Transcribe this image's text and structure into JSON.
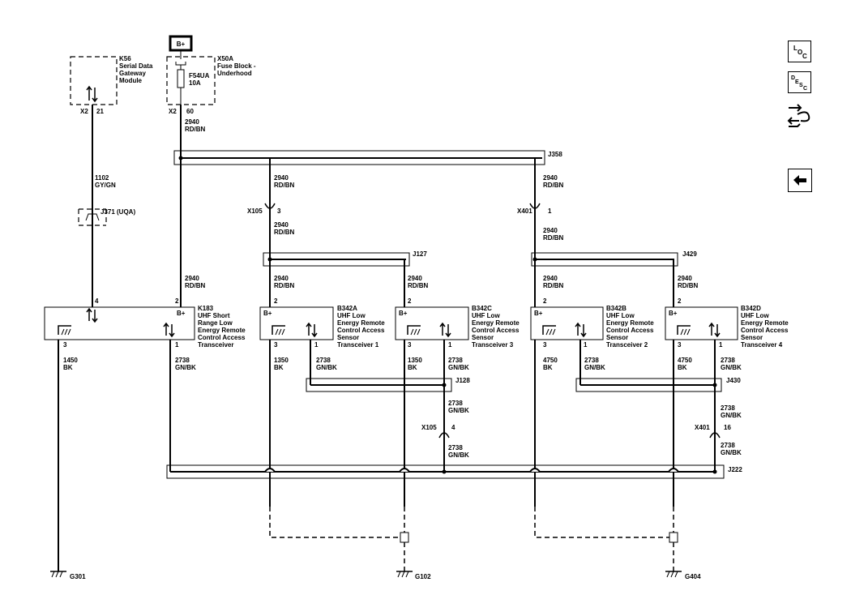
{
  "bplus": "B+",
  "modules": {
    "k56": {
      "ref": "K56",
      "l1": "Serial Data",
      "l2": "Gateway",
      "l3": "Module",
      "conn": "X2",
      "pin": "21"
    },
    "x50a": {
      "ref": "X50A",
      "l1": "Fuse Block -",
      "l2": "Underhood",
      "fuse": "F54UA",
      "amp": "10A",
      "conn": "X2",
      "pin": "60"
    },
    "k183": {
      "ref": "K183",
      "l1": "UHF Short",
      "l2": "Range Low",
      "l3": "Energy Remote",
      "l4": "Control Access",
      "l5": "Transceiver",
      "pin4": "4",
      "pin2": "2",
      "pin3": "3",
      "pin1": "1",
      "bplus": "B+"
    },
    "b342a": {
      "ref": "B342A",
      "l1": "UHF Low",
      "l2": "Energy Remote",
      "l3": "Control Access",
      "l4": "Sensor",
      "l5": "Transceiver 1",
      "pin2": "2",
      "pin3": "3",
      "pin1": "1",
      "bplus": "B+"
    },
    "b342c": {
      "ref": "B342C",
      "l1": "UHF Low",
      "l2": "Energy Remote",
      "l3": "Control Access",
      "l4": "Sensor",
      "l5": "Transceiver 3",
      "pin2": "2",
      "pin3": "3",
      "pin1": "1",
      "bplus": "B+"
    },
    "b342b": {
      "ref": "B342B",
      "l1": "UHF Low",
      "l2": "Energy Remote",
      "l3": "Control Access",
      "l4": "Sensor",
      "l5": "Transceiver 2",
      "pin2": "2",
      "pin3": "3",
      "pin1": "1",
      "bplus": "B+"
    },
    "b342d": {
      "ref": "B342D",
      "l1": "UHF Low",
      "l2": "Energy Remote",
      "l3": "Control Access",
      "l4": "Sensor",
      "l5": "Transceiver 4",
      "pin2": "2",
      "pin3": "3",
      "pin1": "1",
      "bplus": "B+"
    }
  },
  "wires": {
    "c2940": "2940",
    "rdbn": "RD/BN",
    "c1102": "1102",
    "gygn": "GY/GN",
    "c2738": "2738",
    "gnbk": "GN/BK",
    "c1450": "1450",
    "c1350": "1350",
    "c4750": "4750",
    "bk": "BK"
  },
  "splices": {
    "j358": "J358",
    "j127": "J127",
    "j429": "J429",
    "j128": "J128",
    "j430": "J430",
    "j222": "J222",
    "j371": "J371 (UQA)"
  },
  "connectors": {
    "x105a": {
      "ref": "X105",
      "pin": "3"
    },
    "x401a": {
      "ref": "X401",
      "pin": "1"
    },
    "x105b": {
      "ref": "X105",
      "pin": "4"
    },
    "x401b": {
      "ref": "X401",
      "pin": "16"
    }
  },
  "grounds": {
    "g301": "G301",
    "g102": "G102",
    "g404": "G404"
  },
  "nav": {
    "loc": "LOC",
    "desc": "DESC",
    "back_icon": "left-arrow-icon",
    "component_icon": "component-view-icon"
  }
}
